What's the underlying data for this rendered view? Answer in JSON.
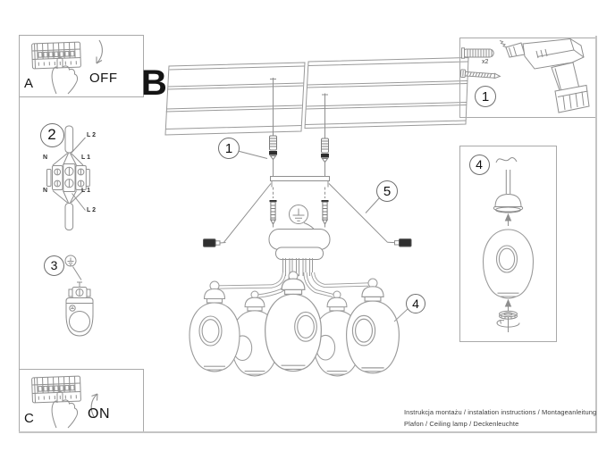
{
  "doc": {
    "footer_line1": "Instrukcja montażu / instalation instructions / Montageanleitung",
    "footer_line2": "Plafon / Ceiling lamp / Deckenleuchte"
  },
  "steps": {
    "a_label": "A",
    "a_action": "OFF",
    "b_label": "B",
    "c_label": "C",
    "c_action": "ON",
    "n1": "1",
    "n2": "2",
    "n3": "3",
    "n4": "4",
    "n5": "5"
  },
  "parts": {
    "plug_qty": "x2"
  },
  "wiring": {
    "l2_top": "L 2",
    "n_top": "N",
    "l1_top": "L 1",
    "n_bottom": "N",
    "l1_bottom": "L 1",
    "l2_bottom": "L 2"
  },
  "colors": {
    "line": "#9a9a9a",
    "dark": "#2f2f2f",
    "text": "#111111",
    "page_edge": "#c4c4c4"
  }
}
